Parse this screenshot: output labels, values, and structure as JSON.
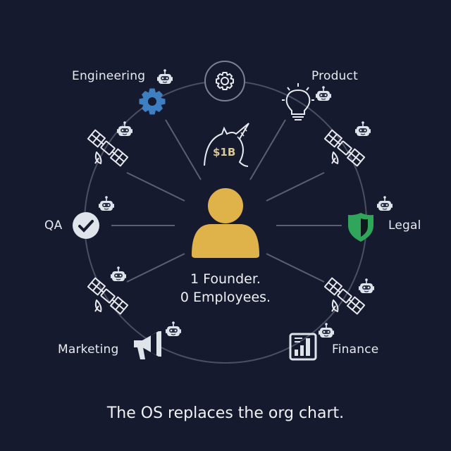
{
  "center": {
    "line1": "1 Founder.",
    "line2": "0 Employees.",
    "valuation": "$1B",
    "founder_color": "#e0b24a"
  },
  "top_node": {
    "icon": "gear-icon"
  },
  "departments": [
    {
      "label": "Engineering",
      "icon": "gear-icon",
      "color": "#3d7fc1",
      "agent": "robot-icon"
    },
    {
      "label": "Product",
      "icon": "lightbulb-icon",
      "color": "#e8eaf0",
      "agent": "robot-icon"
    },
    {
      "label": "QA",
      "icon": "check-circle-icon",
      "color": "#dfe3ea",
      "agent": "robot-icon"
    },
    {
      "label": "Legal",
      "icon": "shield-icon",
      "color": "#2fa65a",
      "agent": "robot-icon"
    },
    {
      "label": "Marketing",
      "icon": "megaphone-icon",
      "color": "#dfe3ea",
      "agent": "robot-icon"
    },
    {
      "label": "Finance",
      "icon": "bar-chart-icon",
      "color": "#dfe3ea",
      "agent": "robot-icon"
    }
  ],
  "satellites": [
    "satellite-icon",
    "satellite-icon",
    "satellite-icon",
    "satellite-icon"
  ],
  "tagline": "The OS replaces the org chart.",
  "colors": {
    "background": "#161a2e",
    "lines": "#5a5f72",
    "text": "#e8eaf0"
  }
}
